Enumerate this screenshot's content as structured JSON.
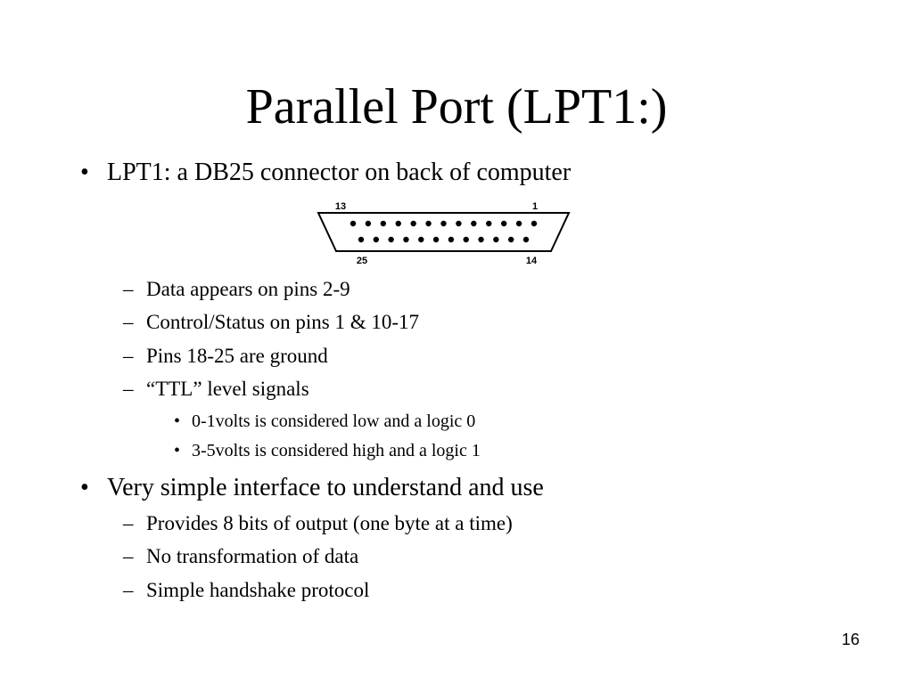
{
  "title": "Parallel Port (LPT1:)",
  "bullets": [
    {
      "marker": "•",
      "text": "LPT1: a DB25 connector on back of computer"
    },
    {
      "marker": "•",
      "text": "Very simple interface to understand and use"
    }
  ],
  "connector": {
    "pin_labels": {
      "top_left": "13",
      "top_right": "1",
      "bottom_left": "25",
      "bottom_right": "14"
    },
    "top_row_pins": 13,
    "bottom_row_pins": 12
  },
  "sub_bullets_1": [
    {
      "marker": "–",
      "text": "Data appears on pins 2-9"
    },
    {
      "marker": "–",
      "text": "Control/Status on pins 1 & 10-17"
    },
    {
      "marker": "–",
      "text": "Pins 18-25 are ground"
    },
    {
      "marker": "–",
      "text": "“TTL” level signals"
    }
  ],
  "sub_sub_bullets": [
    {
      "marker": "•",
      "text": "0-1volts is considered low and a logic 0"
    },
    {
      "marker": "•",
      "text": "3-5volts is considered high and a logic 1"
    }
  ],
  "sub_bullets_2": [
    {
      "marker": "–",
      "text": "Provides 8 bits of output (one byte at a time)"
    },
    {
      "marker": "–",
      "text": "No transformation of data"
    },
    {
      "marker": "–",
      "text": "Simple handshake protocol"
    }
  ],
  "page_number": "16"
}
